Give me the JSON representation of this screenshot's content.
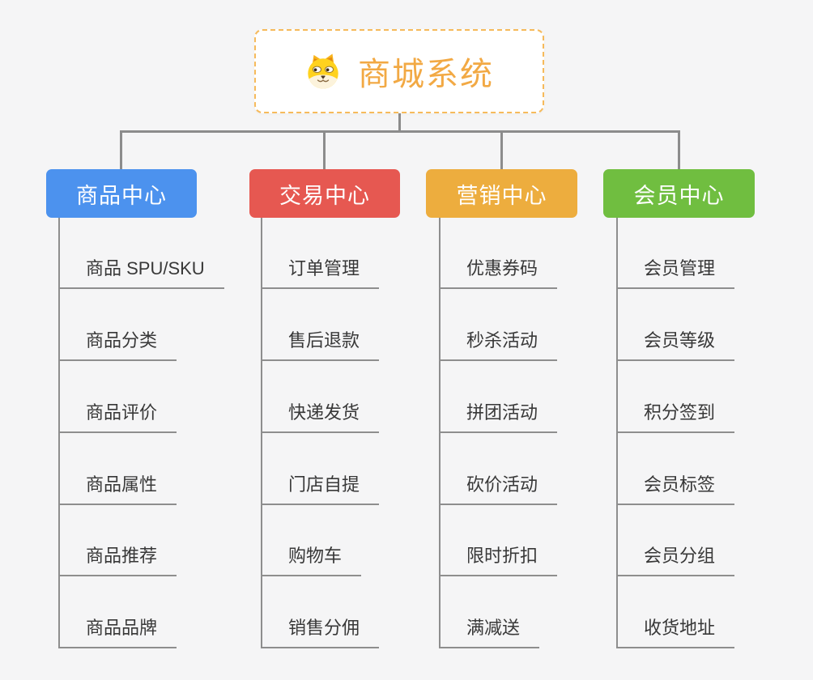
{
  "page": {
    "background_color": "#f5f5f6",
    "connector_color": "#8c8c8c"
  },
  "root": {
    "title": "商城系统",
    "icon": "dog-face-icon",
    "text_color": "#f2a944",
    "border_color": "#f6ba5b"
  },
  "branches": [
    {
      "label": "商品中心",
      "color": "#4c92ee",
      "items": [
        "商品 SPU/SKU",
        "商品分类",
        "商品评价",
        "商品属性",
        "商品推荐",
        "商品品牌"
      ]
    },
    {
      "label": "交易中心",
      "color": "#e65851",
      "items": [
        "订单管理",
        "售后退款",
        "快递发货",
        "门店自提",
        "购物车",
        "销售分佣"
      ]
    },
    {
      "label": "营销中心",
      "color": "#edad3e",
      "items": [
        "优惠券码",
        "秒杀活动",
        "拼团活动",
        "砍价活动",
        "限时折扣",
        "满减送"
      ]
    },
    {
      "label": "会员中心",
      "color": "#70be40",
      "items": [
        "会员管理",
        "会员等级",
        "积分签到",
        "会员标签",
        "会员分组",
        "收货地址"
      ]
    }
  ]
}
